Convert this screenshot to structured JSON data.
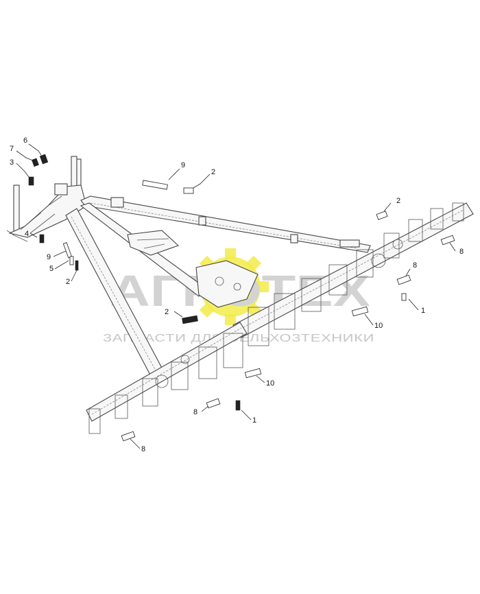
{
  "watermark": {
    "title": "АГРОТЕХ",
    "subtitle": "ЗАПЧАСТИ ДЛЯ СЕЛЬХОЗТЕХНИКИ",
    "gear_color": "#f3ec4a",
    "text_color": "#d3d3d3"
  },
  "diagram": {
    "callouts": [
      {
        "id": "c6a",
        "text": "6"
      },
      {
        "id": "c7a",
        "text": "7"
      },
      {
        "id": "c3a",
        "text": "3"
      },
      {
        "id": "c4a",
        "text": "4"
      },
      {
        "id": "c9a",
        "text": "9"
      },
      {
        "id": "c5a",
        "text": "5"
      },
      {
        "id": "c2a",
        "text": "2"
      },
      {
        "id": "c9b",
        "text": "9"
      },
      {
        "id": "c2b",
        "text": "2"
      },
      {
        "id": "c2c",
        "text": "2"
      },
      {
        "id": "c8a",
        "text": "8"
      },
      {
        "id": "c8b",
        "text": "8"
      },
      {
        "id": "c1a",
        "text": "1"
      },
      {
        "id": "c10a",
        "text": "10"
      },
      {
        "id": "c2d",
        "text": "2"
      },
      {
        "id": "c10b",
        "text": "10"
      },
      {
        "id": "c8c",
        "text": "8"
      },
      {
        "id": "c1b",
        "text": "1"
      },
      {
        "id": "c8d",
        "text": "8"
      }
    ]
  }
}
